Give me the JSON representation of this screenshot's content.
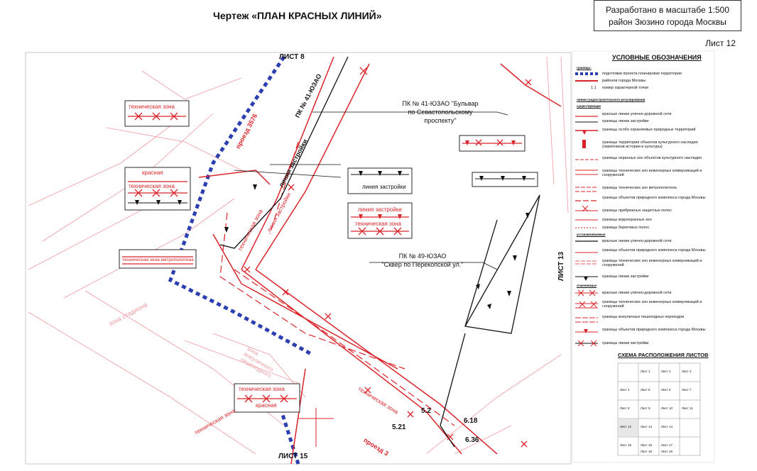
{
  "header": {
    "title": "Чертеж «ПЛАН КРАСНЫХ ЛИНИЙ»",
    "scale_line1": "Разработано в масштабе 1:500",
    "scale_line2": "район Зюзино города Москвы",
    "sheet": "Лист 12"
  },
  "sheet_refs": {
    "top": "ЛИСТ 8",
    "bottom": "ЛИСТ 15",
    "right": "ЛИСТ 13"
  },
  "legend": {
    "title": "УСЛОВНЫЕ ОБОЗНАЧЕНИЯ",
    "borders_header": "границы:",
    "borders": [
      "подготовки проекта планировки территории",
      "районов города Москвы",
      "номер характерной точки"
    ],
    "point_number": "1.1",
    "regulation_header": "линии градостроительного регулирования",
    "existing_header": "существующие",
    "existing": [
      "красные линии улично-дорожной сети",
      "границы линии застройки",
      "границы особо охраняемых природных территорий",
      "границы территории объектов культурного наследия (памятников истории и культуры)",
      "границы охранных зон объектов культурного наследия",
      "границы технических зон инженерных коммуникаций и сооружений",
      "границы технических зон метрополитена",
      "границы объектов природного комплекса города Москвы",
      "границы прибрежных защитных полос",
      "границы водоохранных зон",
      "границы береговых полос"
    ],
    "established_header": "устанавливаемые",
    "established": [
      "красные линии улично-дорожной сети",
      "границы объектов природного комплекса города Москвы",
      "границы технических зон инженерных коммуникаций и сооружений",
      "границы линии застройки"
    ],
    "cancelled_header": "отменяемые",
    "cancelled": [
      "красные линии улично-дорожной сети",
      "границы технических зон инженерных коммуникаций и сооружений",
      "границы внеуличных пешеходных переходов",
      "границы объектов природного комплекса города Москвы",
      "границы линии застройки"
    ],
    "scheme_title": "СХЕМА РАСПОЛОЖЕНИЯ ЛИСТОВ",
    "scheme_cells": [
      "Лист 1",
      "Лист 2",
      "Лист 3",
      "Лист 4",
      "Лист 5",
      "Лист 6",
      "Лист 7",
      "Лист 8",
      "Лист 9",
      "Лист 10",
      "Лист 11",
      "Лист 12",
      "Лист 13",
      "Лист 14",
      "Лист 15",
      "Лист 16",
      "Лист 17",
      "Лист 18",
      "Лист 19"
    ]
  },
  "callouts": {
    "pk41_line1": "ПК № 41-ЮЗАО \"Бульвар",
    "pk41_line2": "по Севастопольскому",
    "pk41_line3": "проспекту\"",
    "pk49_line1": "ПК № 49-ЮЗАО",
    "pk49_line2": "\"Сквер по Перекопской ул.\""
  },
  "boxes": {
    "tech_zone_1": "техническая зона",
    "red_2": "красная",
    "tech_zone_2": "техническая зона",
    "build_line_3": "линия застройки",
    "build_line_4": "линия застройки",
    "tech_zone_4": "техническая зона",
    "metro_zone": "техническая зона метрополитена",
    "tech_zone_5": "техническая зона",
    "red_5": "красная"
  },
  "map_labels": {
    "proezd_top": "проезд 3576",
    "proezd_bottom": "проезд 3",
    "pk_road": "ПК № 41-ЮЗАО",
    "build_diag": "линия застройки",
    "tech_diag1": "техническая зона",
    "tech_diag2": "линия застройки",
    "stadium": "зона стадиона",
    "ped_zone": "зона внеуличного пешеходного",
    "tech_zone_lower": "техническая зона",
    "road_tech": "техническая зона"
  },
  "points": {
    "p1": "5.2",
    "p2": "5.21",
    "p3": "6.18",
    "p4": "6.36"
  },
  "colors": {
    "red": "#d8242a",
    "blue": "#2b3fb0",
    "pink": "#f09aa0",
    "black": "#111111"
  }
}
